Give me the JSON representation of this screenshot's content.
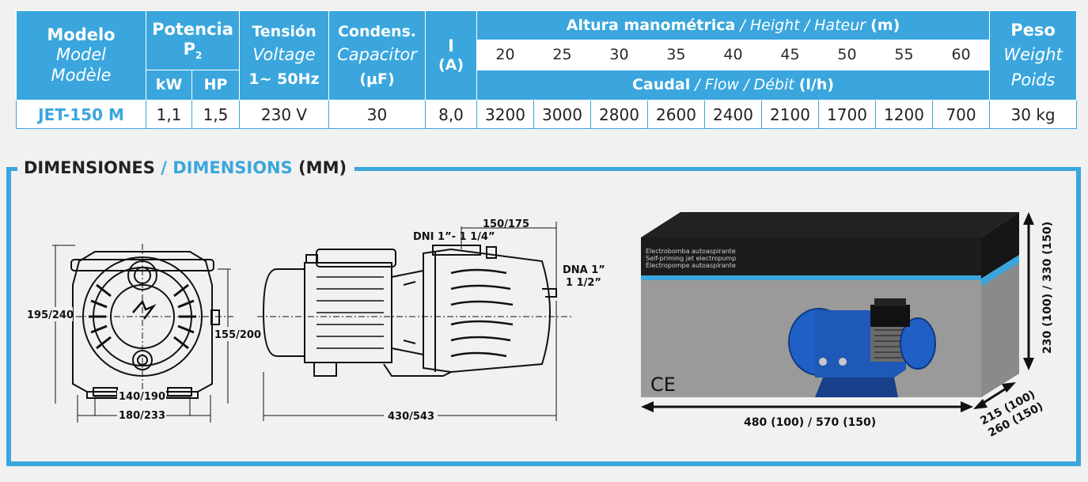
{
  "table": {
    "h_modelo": "Modelo",
    "h_model": "Model",
    "h_modele": "Modèle",
    "h_potencia": "Potencia",
    "h_p": "P",
    "h_p_sub": "2",
    "h_kw": "kW",
    "h_hp": "HP",
    "h_tension": "Tensión",
    "h_voltage": "Voltage",
    "h_voltage_val": "1~ 50Hz",
    "h_condens": "Condens.",
    "h_capacitor": "Capacitor",
    "h_uf": "(μF)",
    "h_i": "I",
    "h_a": "(A)",
    "h_altura": "Altura manométrica",
    "h_height": "/ Height / Hateur",
    "h_m": "(m)",
    "heights": [
      "20",
      "25",
      "30",
      "35",
      "40",
      "45",
      "50",
      "55",
      "60"
    ],
    "h_caudal": "Caudal",
    "h_flow": "/ Flow / Débit",
    "h_lh": "(l/h)",
    "h_peso": "Peso",
    "h_weight": "Weight",
    "h_poids": "Poids",
    "row": {
      "model": "JET-150 M",
      "kw": "1,1",
      "hp": "1,5",
      "voltage": "230 V",
      "capacitor": "30",
      "current": "8,0",
      "flows": [
        "3200",
        "3000",
        "2800",
        "2600",
        "2400",
        "2100",
        "1700",
        "1200",
        "700"
      ],
      "weight": "30 kg"
    }
  },
  "dimensions": {
    "title_es": "DIMENSIONES",
    "slash": "/",
    "title_en": "DIMENSIONS",
    "unit": "(MM)",
    "front": {
      "height": "195/240",
      "axis_height": "155/200",
      "base_inner": "140/190",
      "base_outer": "180/233"
    },
    "side": {
      "top": "150/175",
      "dni": "DNI 1”- 1 1/4”",
      "dna_1": "DNA 1”",
      "dna_2": "1 1/2”",
      "length": "430/543"
    },
    "box": {
      "label_1": "Electrobomba autoaspirante",
      "label_2": "Self-priming jet electropump",
      "label_3": "Électropompe autoaspirante",
      "ce": "CE",
      "width": "480 (100) / 570 (150)",
      "height": "230 (100) / 330 (150)",
      "depth_1": "215 (100)",
      "depth_2": "260 (150)"
    }
  },
  "colors": {
    "accent": "#3aa6dd",
    "dark_band": "#1c1c1c",
    "grey_band": "#9a9a9a",
    "pump_blue": "#1f5fc6"
  }
}
